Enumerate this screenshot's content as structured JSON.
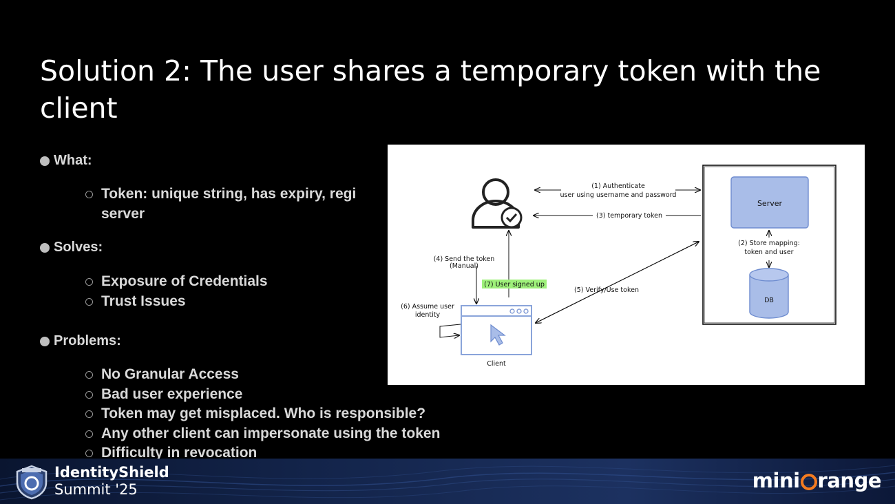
{
  "slide": {
    "title": "Solution 2: The user shares a temporary token with the client"
  },
  "bullets": {
    "what": {
      "heading": "What:",
      "items": [
        "Token: unique string, has expiry, regi",
        "server"
      ]
    },
    "solves": {
      "heading": "Solves:",
      "items": [
        "Exposure of Credentials",
        "Trust Issues"
      ]
    },
    "problems": {
      "heading": "Problems:",
      "items": [
        "No Granular Access",
        "Bad user experience",
        "Token may get misplaced. Who is responsible?",
        "Any other client can impersonate using the token",
        "Difficulty in revocation"
      ]
    }
  },
  "diagram": {
    "step1_line1": "(1) Authenticate",
    "step1_line2": "user using username and password",
    "step3": "(3) temporary token",
    "step2_line1": "(2) Store mapping:",
    "step2_line2": "token and user",
    "step4_line1": "(4) Send the token",
    "step4_line2": "(Manual)",
    "step7": "(7) User signed up",
    "step5": "(5) Verify/Use token",
    "step6_line1": "(6) Assume user",
    "step6_line2": "identity",
    "server": "Server",
    "db": "DB",
    "client": "Client",
    "colors": {
      "box_fill": "#a9bde8",
      "box_stroke": "#6e8ccf",
      "highlight": "#9ef07a"
    }
  },
  "footer": {
    "brand_line1": "IdentityShield",
    "brand_line2": "Summit '25",
    "partner_prefix": "mini",
    "partner_suffix": "range",
    "accent": "#f47b20"
  }
}
